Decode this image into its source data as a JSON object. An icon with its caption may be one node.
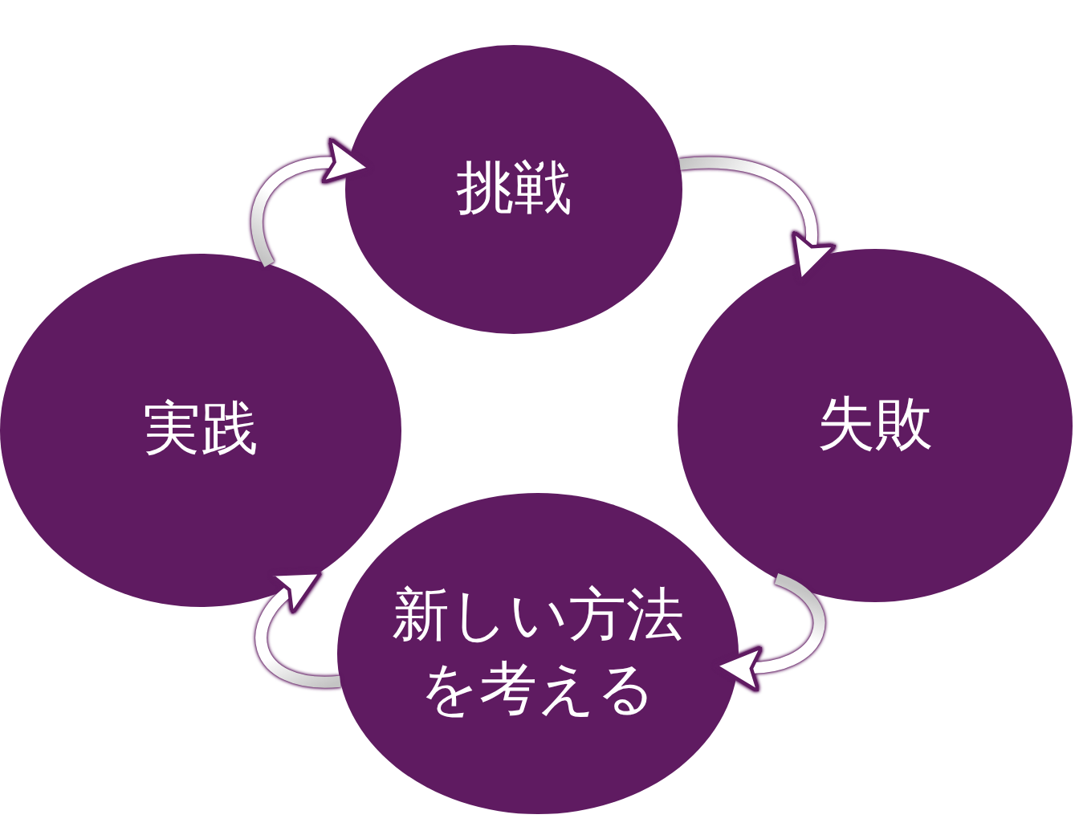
{
  "diagram": {
    "nodes": [
      {
        "text": [
          "挑戦"
        ]
      },
      {
        "text": [
          "失敗"
        ]
      },
      {
        "text": [
          "新しい方法を考える"
        ]
      },
      {
        "text": [
          "実践"
        ]
      }
    ],
    "edges": [
      {
        "from": 3,
        "to": 0,
        "arrow": "to"
      },
      {
        "from": 0,
        "to": 1,
        "arrow": "to"
      },
      {
        "from": 1,
        "to": 2,
        "arrow": "to"
      },
      {
        "from": 2,
        "to": 3,
        "arrow": "to"
      }
    ]
  }
}
